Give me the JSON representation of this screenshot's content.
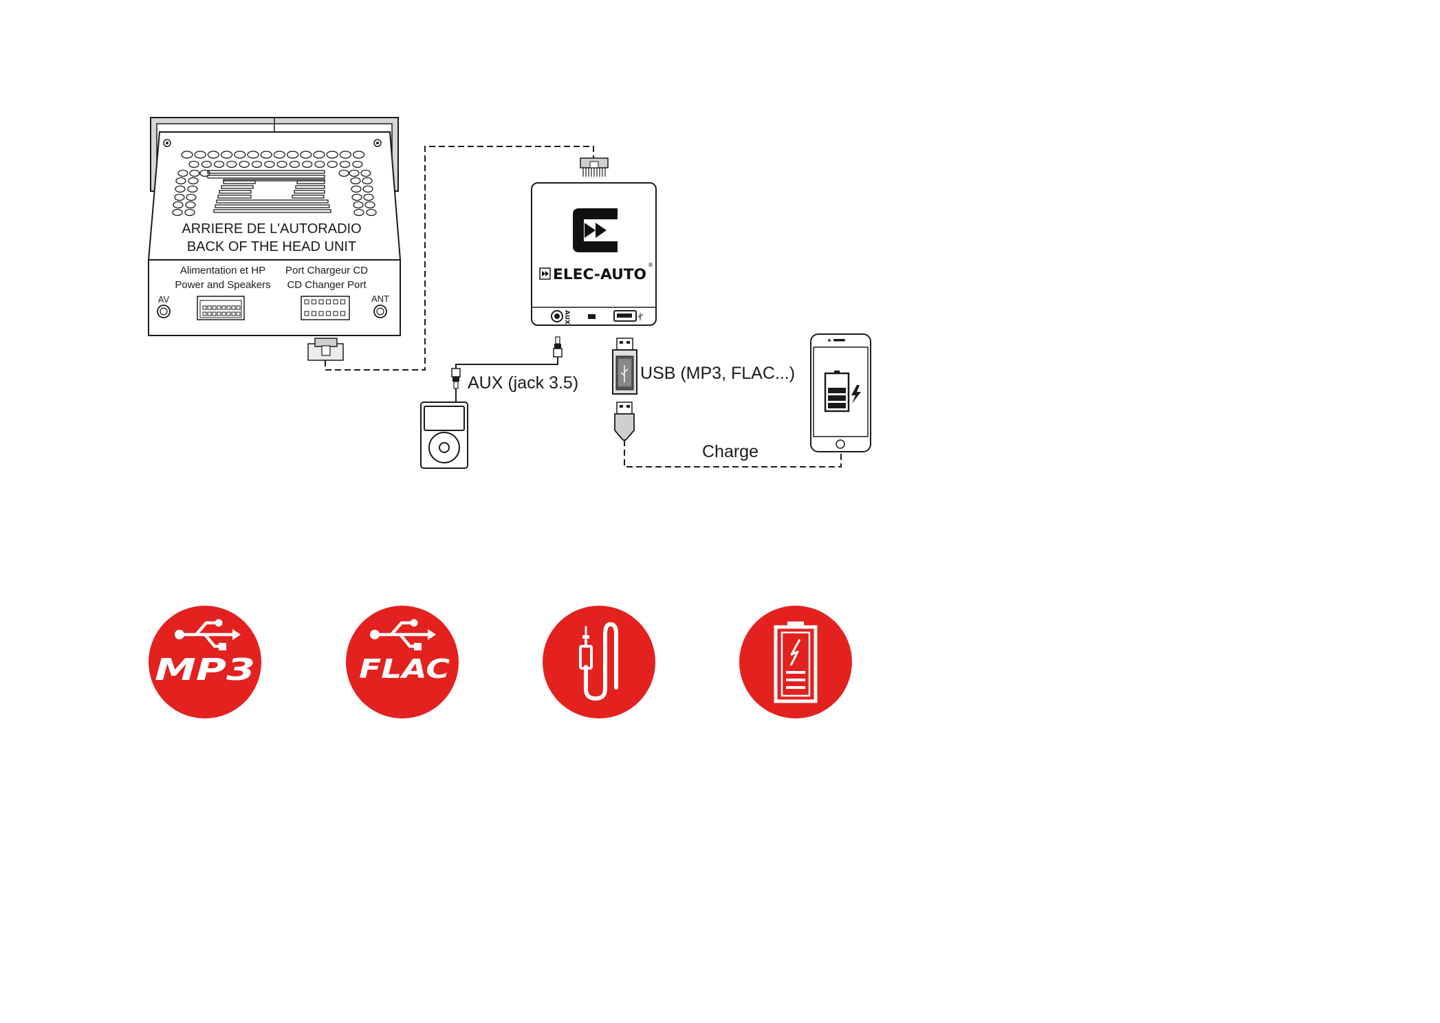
{
  "head_unit": {
    "title_fr": "ARRIERE DE L'AUTORADIO",
    "title_en": "BACK OF THE HEAD UNIT",
    "power_fr": "Alimentation et HP",
    "power_en": "Power and Speakers",
    "cd_fr": "Port Chargeur CD",
    "cd_en": "CD Changer Port",
    "av_label": "AV",
    "ant_label": "ANT"
  },
  "module": {
    "brand": "ELEC-AUTO",
    "registered": "®",
    "aux_port_label": "AUX"
  },
  "connections": {
    "aux_label": "AUX (jack 3.5)",
    "usb_label": "USB (MP3, FLAC...)",
    "charge_label": "Charge"
  },
  "features": [
    {
      "icon": "usb-mp3-icon",
      "text": "MP3"
    },
    {
      "icon": "usb-flac-icon",
      "text": "FLAC"
    },
    {
      "icon": "aux-cable-icon",
      "text": ""
    },
    {
      "icon": "battery-charge-icon",
      "text": ""
    }
  ],
  "colors": {
    "accent": "#e3211f",
    "line": "#1a1a1a",
    "panel": "#d9d9d9"
  }
}
